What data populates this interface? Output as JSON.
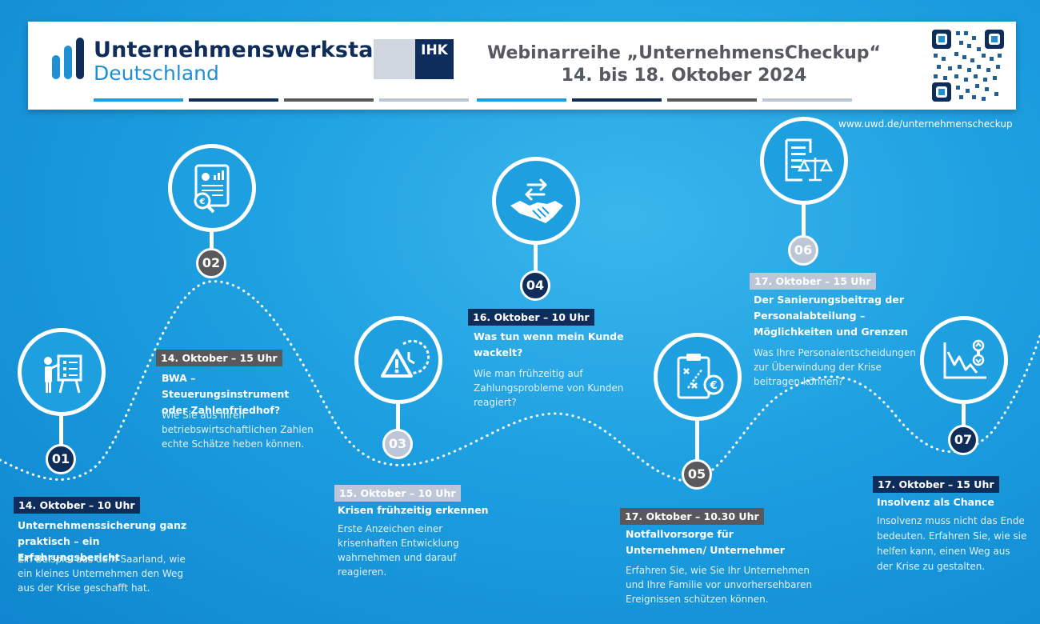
{
  "header": {
    "logo_line1": "Unternehmenswerkstatt",
    "logo_line2": "Deutschland",
    "ihk_label": "IHK",
    "title_line1": "Webinarreihe „UnternehmensCheckup“",
    "title_line2": "14. bis 18. Oktober 2024"
  },
  "url": "www.uwd.de/unternehmenscheckup",
  "colors": {
    "navy": "#0f2d5a",
    "grey": "#59595b",
    "light": "#bcc6d6",
    "blue": "#1d9fe0"
  },
  "events": [
    {
      "num": "01",
      "date": "14. Oktober – 10 Uhr",
      "title": "Unternehmenssicherung ganz praktisch – ein Erfahrungsbericht",
      "desc": "Ein Beispiel aus dem Saarland, wie ein kleines Unternehmen den Weg aus der Krise geschafft hat.",
      "icon": "presentation-icon"
    },
    {
      "num": "02",
      "date": "14. Oktober – 15 Uhr",
      "title": "BWA – Steuerungsinstrument oder Zahlenfriedhof?",
      "desc": "Wie Sie aus Ihren betriebswirtschaftlichen Zahlen echte Schätze heben können.",
      "icon": "financial-report-icon"
    },
    {
      "num": "03",
      "date": "15. Oktober – 10 Uhr",
      "title": "Krisen frühzeitig erkennen",
      "desc": "Erste Anzeichen einer krisenhaften Entwicklung wahrnehmen und darauf reagieren.",
      "icon": "warning-clock-icon"
    },
    {
      "num": "04",
      "date": "16.  Oktober – 10 Uhr",
      "title": "Was tun wenn mein Kunde wackelt?",
      "desc": "Wie man frühzeitig auf Zahlungsprobleme von Kunden reagiert?",
      "icon": "handshake-icon"
    },
    {
      "num": "05",
      "date": "17. Oktober – 10.30 Uhr",
      "title": "Notfallvorsorge für Unternehmen/ Unternehmer",
      "desc": "Erfahren Sie, wie Sie Ihr Unternehmen und Ihre Familie vor unvorhersehbaren Ereignissen schützen können.",
      "icon": "strategy-clipboard-icon"
    },
    {
      "num": "06",
      "date": "17. Oktober – 15 Uhr",
      "title": "Der Sanierungsbeitrag der Personalabteilung – Möglichkeiten und Grenzen",
      "desc": "Was Ihre Personalentscheidungen zur Überwindung der Krise beitragen können?",
      "icon": "document-scales-icon"
    },
    {
      "num": "07",
      "date": "17. Oktober – 15 Uhr",
      "title": "Insolvenz als Chance",
      "desc": "Insolvenz muss nicht das Ende bedeuten. Erfahren Sie, wie sie helfen kann, einen Weg aus der Krise zu gestalten.",
      "icon": "declining-chart-icon"
    }
  ]
}
